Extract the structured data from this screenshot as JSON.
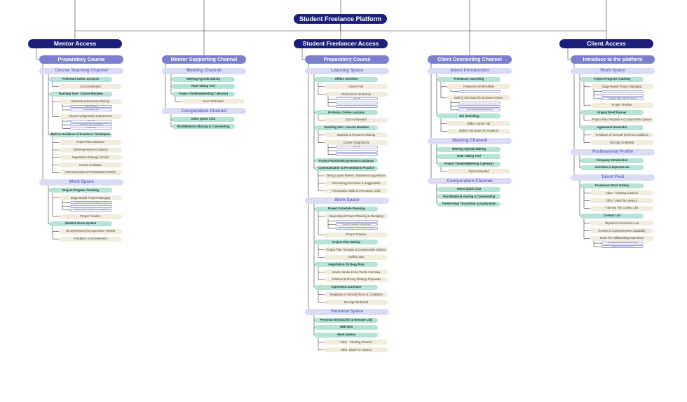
{
  "title": "Student Freelance Platform",
  "branches": [
    {
      "label": "Mentor Access",
      "children": [
        {
          "label": "Preparatory Course",
          "children": [
            {
              "label": "Course Teaching Channel",
              "children": [
                {
                  "label": "Professor Online Lectures",
                  "children": [
                    {
                      "label": "Zoom Embeded"
                    }
                  ]
                },
                {
                  "label": "Teaching Tool - Course Modules",
                  "children": [
                    {
                      "label": "Materials & Resource Sharing",
                      "children": [
                        {
                          "label": "Class Syllabus"
                        },
                        {
                          "label": "Class Reading List"
                        }
                      ]
                    },
                    {
                      "label": "Course Assignments Submissions",
                      "children": [
                        {
                          "label": "Quiz Tab"
                        },
                        {
                          "label": "Negotiation Deal Observation"
                        },
                        {
                          "label": "Case Study"
                        }
                      ]
                    }
                  ]
                },
                {
                  "label": "Built-in Guidance of Freelance Techniques",
                  "children": [
                    {
                      "label": "Project Plan Guidance"
                    },
                    {
                      "label": "SOW/Agreement Guidance"
                    },
                    {
                      "label": "Negotiation Strategy Canvas"
                    },
                    {
                      "label": "Invoice Guidance"
                    },
                    {
                      "label": "Communication & Presentation Practice"
                    }
                  ]
                }
              ]
            },
            {
              "label": "Work Space",
              "children": [
                {
                  "label": "Project Progress Tracking",
                  "children": [
                    {
                      "label": "Stage-Based Project Managing",
                      "children": [
                        {
                          "label": "Collaboration/Onboarding/Agency & Invoice"
                        },
                        {
                          "label": "Document Sharing & Sharing Cloud"
                        },
                        {
                          "label": "Student Project Progress From Freelancers"
                        }
                      ]
                    },
                    {
                      "label": "Project Timeline"
                    }
                  ]
                },
                {
                  "label": "Student Score System",
                  "children": [
                    {
                      "label": "Six Dimensions for Experience Review"
                    },
                    {
                      "label": "Feedback & Endorsement"
                    }
                  ]
                }
              ]
            }
          ]
        }
      ]
    },
    {
      "label": "",
      "children": [
        {
          "label": "Mentor Supporting Channel",
          "children": [
            {
              "label": "Meeting Channel",
              "children": [
                {
                  "label": "Meeting Agenda Making"
                },
                {
                  "label": "Note-Taking Tool"
                },
                {
                  "label": "Project Timeline(Meeting Calendar)",
                  "children": [
                    {
                      "label": "Zoom Embeded"
                    }
                  ]
                }
              ]
            },
            {
              "label": "Coorperation Channel",
              "children": [
                {
                  "label": "Inbox Quick Chat"
                },
                {
                  "label": "Work/Material Sharing & Commenting"
                }
              ]
            }
          ]
        }
      ]
    },
    {
      "label": "Student Freelancer Access",
      "children": [
        {
          "label": "Preparatory Course",
          "children": [
            {
              "label": "Learning Space",
              "children": [
                {
                  "label": "Offline Activities",
                  "children": [
                    {
                      "label": "Career Fair"
                    },
                    {
                      "label": "Professions' Workshop",
                      "children": [
                        {
                          "label": "Quiz Tab"
                        },
                        {
                          "label": "Negotiation Deal Observation"
                        },
                        {
                          "label": "Case Study"
                        }
                      ]
                    }
                  ]
                },
                {
                  "label": "Professor Online Lectures",
                  "children": [
                    {
                      "label": "Zoom Embeded"
                    }
                  ]
                },
                {
                  "label": "Teaching Tool - Course Modules",
                  "children": [
                    {
                      "label": "Materials & Resource Sharing"
                    },
                    {
                      "label": "Course Assignments",
                      "children": [
                        {
                          "label": "Quiz Tab"
                        },
                        {
                          "label": "Negotiation Deal Observation"
                        },
                        {
                          "label": "Case Study"
                        }
                      ]
                    }
                  ]
                },
                {
                  "label": "Project Plan/SOW/Agreement Guidance"
                },
                {
                  "label": "Communication & Presentation Practice",
                  "children": [
                    {
                      "label": "Being a good listener: Statement Suggestions"
                    },
                    {
                      "label": "Terminology Reminder & Suggestions"
                    },
                    {
                      "label": "Presentation Skills & Persuasion skills"
                    }
                  ]
                }
              ]
            },
            {
              "label": "Work Space",
              "children": [
                {
                  "label": "Project Schedule Planning",
                  "children": [
                    {
                      "label": "Stage-Based Project Planning & Managing",
                      "children": [
                        {
                          "label": "Collaboration/Onboarding/Agency/Schedule"
                        },
                        {
                          "label": "Document Sharing & Sharing Cloud"
                        },
                        {
                          "label": "Team Conversation/ Chat and Email Embeded"
                        }
                      ]
                    },
                    {
                      "label": "Project Timeline"
                    }
                  ]
                },
                {
                  "label": "Project Plan Making",
                  "children": [
                    {
                      "label": "Project Plan Template & Customizable Options"
                    },
                    {
                      "label": "Guiding tags"
                    }
                  ]
                },
                {
                  "label": "Negotiation Strategy Plan",
                  "children": [
                    {
                      "label": "Issues, Needs & Key Points Summary"
                    },
                    {
                      "label": "Solutions & Pricing Strategy Proposals"
                    }
                  ]
                },
                {
                  "label": "Agreement Generator",
                  "children": [
                    {
                      "label": "Templates of General Terms & Conditions"
                    },
                    {
                      "label": "DocSign Embeded"
                    }
                  ]
                }
              ]
            },
            {
              "label": "Personal Space",
              "children": [
                {
                  "label": "Personal Introduction & Resume Link"
                },
                {
                  "label": "Skill Sets"
                },
                {
                  "label": "Work Gallery",
                  "children": [
                    {
                      "label": "Inbox - Chatting Channel"
                    },
                    {
                      "label": "Offer \"Liked\" for viewers"
                    }
                  ]
                }
              ]
            }
          ]
        }
      ]
    },
    {
      "label": "",
      "children": [
        {
          "label": "Client Connecting Channel",
          "children": [
            {
              "label": "About Introduction",
              "children": [
                {
                  "label": "Freelancer Searching",
                  "children": [
                    {
                      "label": "Freelancer Work Gallery",
                      "children": [
                        {
                          "label": "Liked & Bookmarked"
                        }
                      ]
                    },
                    {
                      "label": "Built-in Job Board for Business Owner",
                      "children": [
                        {
                          "label": "Project Requests"
                        },
                        {
                          "label": "Offers Preference"
                        },
                        {
                          "label": "Submit Requirements Reporting"
                        }
                      ]
                    }
                  ]
                },
                {
                  "label": "Job Searching",
                  "children": [
                    {
                      "label": "Offline Career Fair"
                    },
                    {
                      "label": "Built-in Job Board for Students"
                    }
                  ]
                }
              ]
            },
            {
              "label": "Meeting Channel",
              "children": [
                {
                  "label": "Meeting Agenda Making"
                },
                {
                  "label": "Note-Taking Tool"
                },
                {
                  "label": "Project Timeline(Meeting Calendar)",
                  "children": [
                    {
                      "label": "Zoom Embeded"
                    }
                  ]
                }
              ]
            },
            {
              "label": "Coorperation Channel",
              "children": [
                {
                  "label": "Inbox Quick Chat"
                },
                {
                  "label": "Work/Material sharing & Commenting"
                },
                {
                  "label": "Terminology Translation & Explanation"
                }
              ]
            }
          ]
        }
      ]
    },
    {
      "label": "Client Access",
      "children": [
        {
          "label": "Introduce to the platform",
          "children": [
            {
              "label": "Work Space",
              "children": [
                {
                  "label": "Project Progress Tracking",
                  "children": [
                    {
                      "label": "Stage-Based Project Managing",
                      "children": [
                        {
                          "label": "Quote/Onboarding/Invoice"
                        },
                        {
                          "label": "Checklist Document Sharing Cloud"
                        },
                        {
                          "label": "Student Project Progress Tracking"
                        }
                      ]
                    },
                    {
                      "label": "Project Timeline"
                    }
                  ]
                },
                {
                  "label": "Project Brief Planner",
                  "children": [
                    {
                      "label": "Project Plan Template & Customizable Options"
                    }
                  ]
                },
                {
                  "label": "Agreement Generator",
                  "children": [
                    {
                      "label": "Templates of General Terms & Conditions"
                    },
                    {
                      "label": "DocSign Embeded"
                    }
                  ]
                }
              ]
            },
            {
              "label": "Professional Profile",
              "children": [
                {
                  "label": "Company Introduction"
                },
                {
                  "label": "Activities & Experiences"
                }
              ]
            },
            {
              "label": "Talent Pool",
              "children": [
                {
                  "label": "Freelancer Work Gallery",
                  "children": [
                    {
                      "label": "Inbox - Chatting Channel"
                    },
                    {
                      "label": "Offer \"Liked\" for viewers"
                    },
                    {
                      "label": "Add into The Contact List"
                    }
                  ]
                },
                {
                  "label": "Contact List",
                  "children": [
                    {
                      "label": "Organized Connection List"
                    },
                    {
                      "label": "Review of Comprehensive Capability"
                    },
                    {
                      "label": "Score the collaborating experience",
                      "children": [
                        {
                          "label": "Six dimensions for experience review"
                        },
                        {
                          "label": "Feedback & Endorsement"
                        }
                      ]
                    }
                  ]
                }
              ]
            }
          ]
        }
      ]
    }
  ]
}
